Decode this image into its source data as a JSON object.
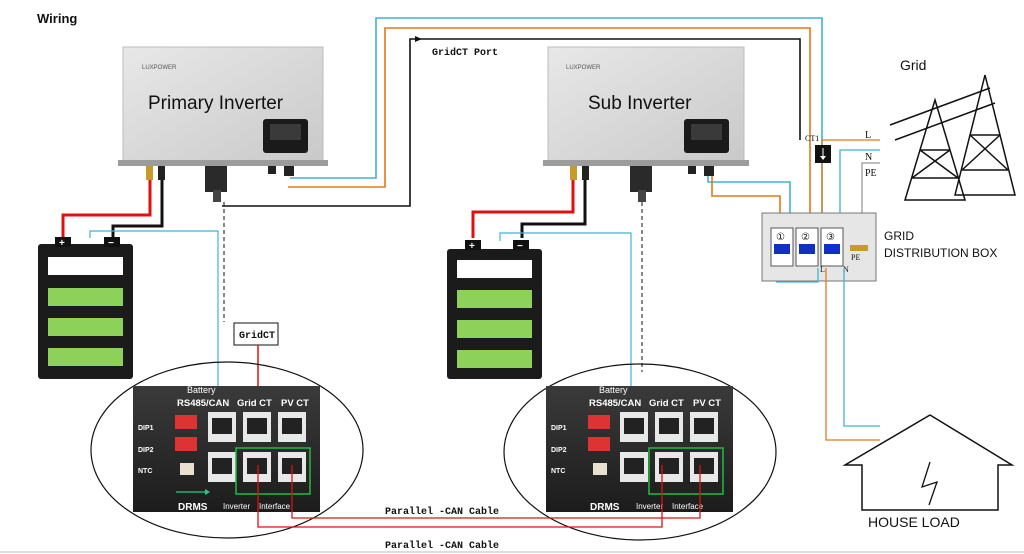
{
  "title": "Wiring",
  "brand_primary": "LUXPOWER",
  "brand_sub": "LUXPOWER",
  "primary_label": "Primary Inverter",
  "sub_label": "Sub Inverter",
  "gridct_port": "GridCT Port",
  "gridct_box": "GridCT",
  "grid_label": "Grid",
  "ct1": "CT1",
  "line_L": "L",
  "line_N": "N",
  "line_PE": "PE",
  "box_PE": "PE",
  "box_L": "L",
  "box_N": "N",
  "breaker_1": "①",
  "breaker_2": "②",
  "breaker_3": "③",
  "distribution_line1": "GRID",
  "distribution_line2": "DISTRIBUTION BOX",
  "house_load": "HOUSE LOAD",
  "plus": "+",
  "minus": "−",
  "port_left": {
    "battery": "Battery",
    "rs485": "RS485/CAN",
    "gridct": "Grid CT",
    "pvct": "PV CT",
    "dip1": "DIP1",
    "dip2": "DIP2",
    "ntc": "NTC",
    "drms": "DRMS",
    "inverter": "Inverter",
    "interface": "Interface"
  },
  "port_right": {
    "battery": "Battery",
    "rs485": "RS485/CAN",
    "gridct": "Grid CT",
    "pvct": "PV CT",
    "dip1": "DIP1",
    "dip2": "DIP2",
    "ntc": "NTC",
    "drms": "DRMS",
    "inverter": "Inverter",
    "interface": "Interface"
  },
  "cable1": "Parallel -CAN Cable",
  "cable2": "Parallel -CAN Cable",
  "colors": {
    "red": "#e01010",
    "orange": "#e07a1a",
    "cyan": "#3fb4d6",
    "black": "#111111",
    "battery_green": "#8dd05a",
    "breaker_blue": "#1030c0"
  }
}
